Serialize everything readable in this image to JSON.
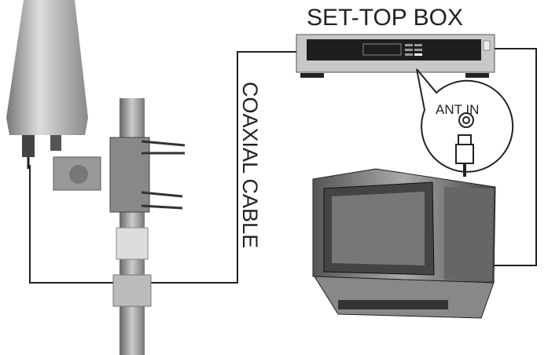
{
  "labels": {
    "set_top_box": "SET-TOP BOX",
    "coaxial_cable": "COAXIAL CABLE",
    "ant_in": "ANT IN"
  },
  "colors": {
    "line": "#222222",
    "device_gray": "#bdbdbd",
    "panel_dark": "#1e1e1e"
  }
}
